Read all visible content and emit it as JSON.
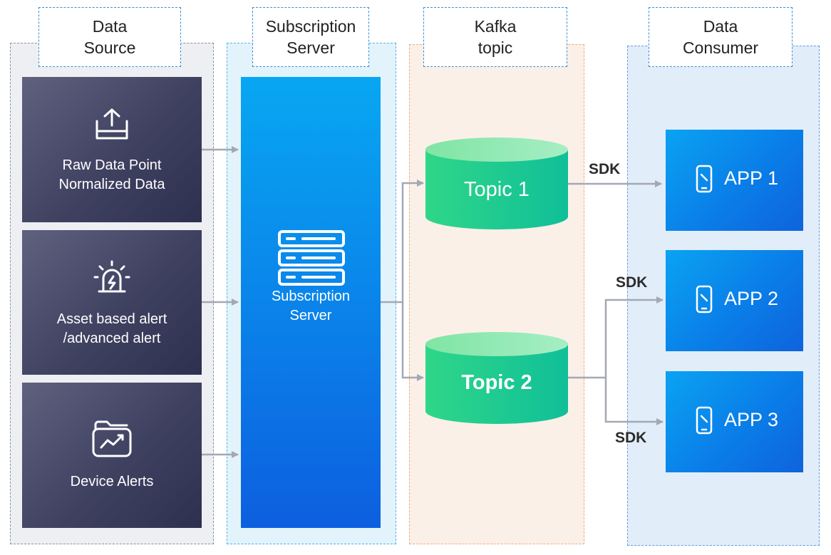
{
  "columns": {
    "data_source": "Data\nSource",
    "subscription_server": "Subscription\nServer",
    "kafka_topic": "Kafka\ntopic",
    "data_consumer": "Data\nConsumer"
  },
  "sources": [
    {
      "label": "Raw Data Point\nNormalized Data",
      "icon": "upload-tray-icon"
    },
    {
      "label": "Asset based alert\n/advanced alert",
      "icon": "alarm-siren-icon"
    },
    {
      "label": "Device Alerts",
      "icon": "chart-folder-icon"
    }
  ],
  "server": {
    "label": "Subscription\nServer",
    "icon": "server-stack-icon"
  },
  "topics": [
    {
      "label": "Topic 1"
    },
    {
      "label": "Topic 2"
    }
  ],
  "apps": [
    {
      "label": "APP 1",
      "icon": "phone-icon"
    },
    {
      "label": "APP 2",
      "icon": "phone-icon"
    },
    {
      "label": "APP 3",
      "icon": "phone-icon"
    }
  ],
  "sdk_labels": [
    "SDK",
    "SDK",
    "SDK"
  ],
  "colors": {
    "source_box": "#3f4160",
    "server": "#0a84ea",
    "topic": "#1fc98e",
    "app": "#0a7ee8",
    "arrow": "#a3a8b4"
  }
}
